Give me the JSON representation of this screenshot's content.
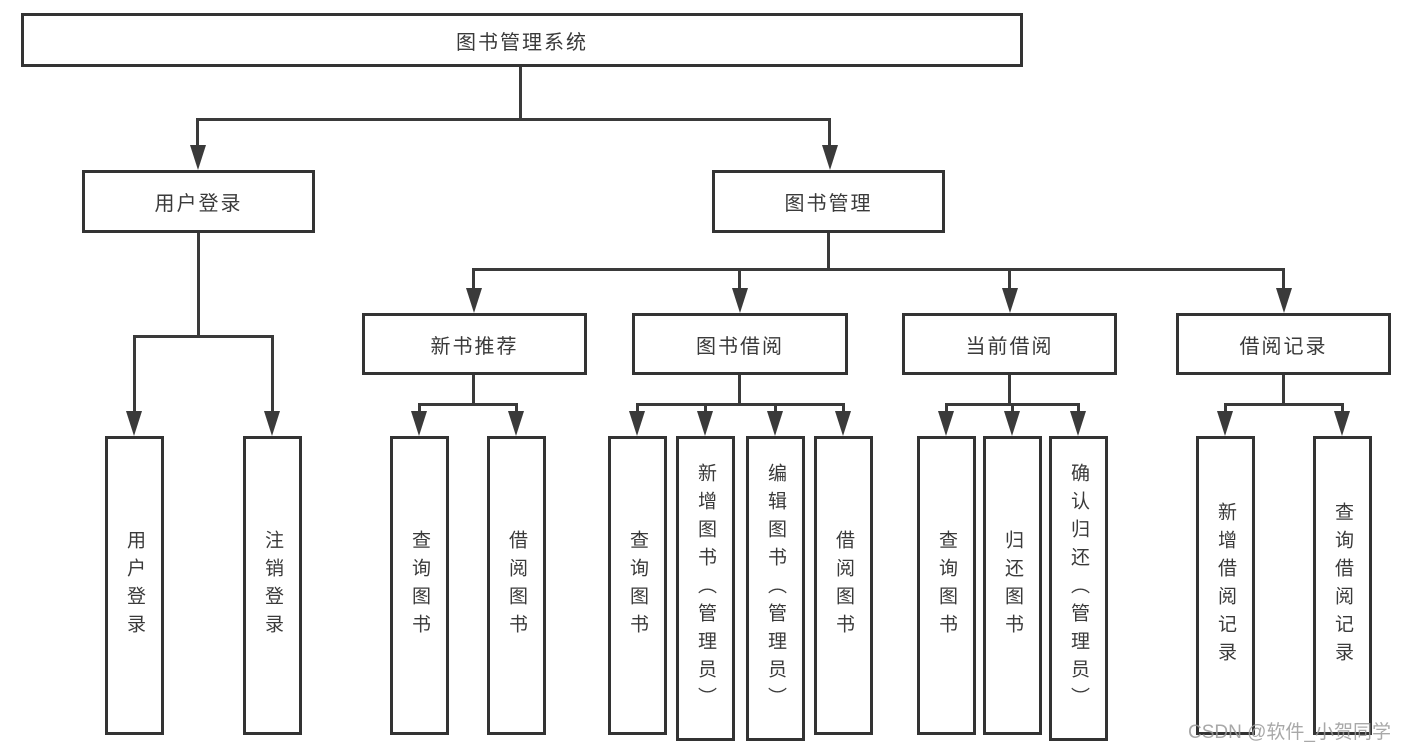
{
  "tree": {
    "root": "图书管理系统",
    "user_login": {
      "label": "用户登录",
      "children": [
        "用户登录",
        "注销登录"
      ]
    },
    "book_management": {
      "label": "图书管理",
      "sections": [
        {
          "label": "新书推荐",
          "children": [
            "查询图书",
            "借阅图书"
          ]
        },
        {
          "label": "图书借阅",
          "children": [
            "查询图书",
            "新增图书（管理员）",
            "编辑图书（管理员）",
            "借阅图书"
          ]
        },
        {
          "label": "当前借阅",
          "children": [
            "查询图书",
            "归还图书",
            "确认归还（管理员）"
          ]
        },
        {
          "label": "借阅记录",
          "children": [
            "新增借阅记录",
            "查询借阅记录"
          ]
        }
      ]
    }
  },
  "watermark": "CSDN @软件_小贺同学",
  "colors": {
    "line": "#3a3a3a",
    "border": "#333333",
    "text": "#3a3a3a",
    "background": "#ffffff",
    "watermark": "#9a9a9a"
  }
}
